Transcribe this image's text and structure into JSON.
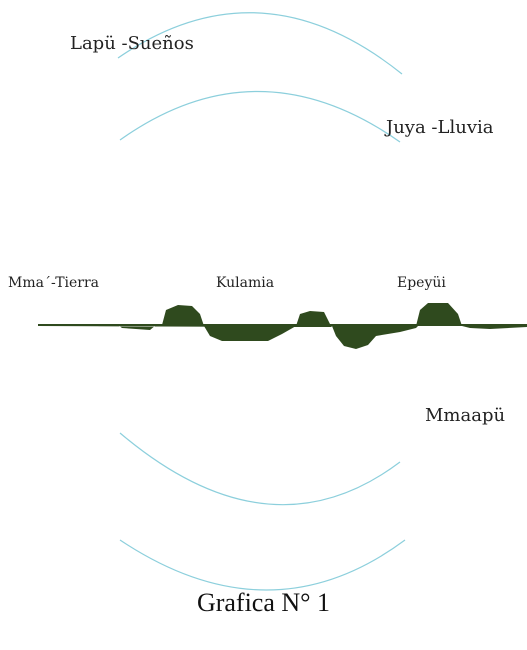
{
  "labels": {
    "lapu": "Lapü -Sueños",
    "juya": "Juya -Lluvia",
    "mma": "Mma´-Tierra",
    "kulamia": "Kulamia",
    "epeyui": "Epeyüi",
    "mmaapu": "Mmaapü"
  },
  "caption": "Grafica N° 1",
  "colors": {
    "arc": "#8ccfdc",
    "land": "#2f4a1e",
    "text": "#222222"
  }
}
